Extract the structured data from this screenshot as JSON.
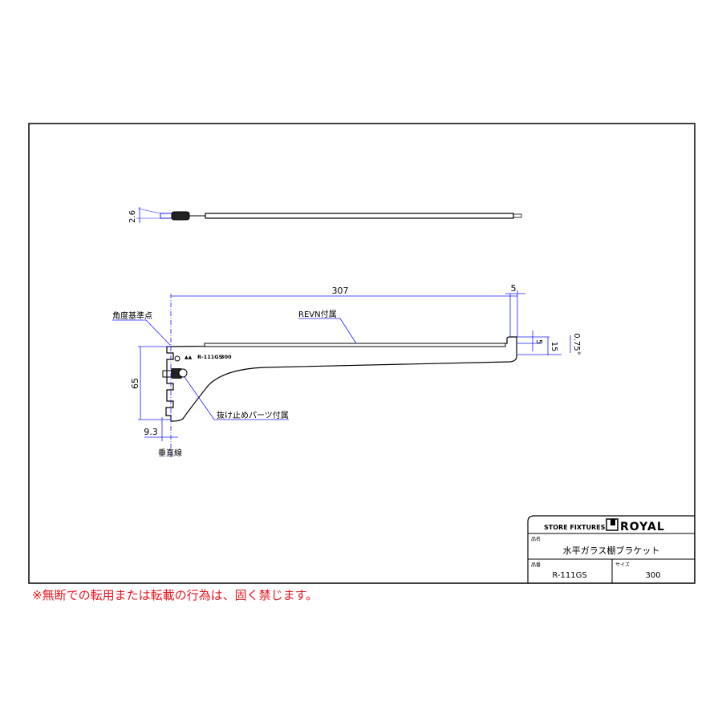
{
  "drawing": {
    "top_view": {
      "dim_thickness": "2.6"
    },
    "side_view": {
      "dim_length": "307",
      "dim_hook": "5",
      "dim_hook_small": "5",
      "dim_hook_height": "15",
      "dim_angle": "0.75°",
      "dim_height": "65",
      "dim_offset": "9.3",
      "label_angle_ref": "角度基準点",
      "label_revn": "REVN付属",
      "label_stopper": "抜け止めパーツ付属",
      "label_vertical": "垂直線",
      "stamp_model": "R-111GS",
      "stamp_size": "300"
    }
  },
  "title_block": {
    "company_tag": "STORE FIXTURES",
    "logo": "ROYAL",
    "name_label": "品名",
    "name_value": "水平ガラス棚ブラケット",
    "part_label": "品番",
    "part_value": "R-111GS",
    "size_label": "サイズ",
    "size_value": "300"
  },
  "notice": "※無断での転用または転載の行為は、固く禁じます。",
  "colors": {
    "line": "#000000",
    "dimension": "#1a1aff",
    "notice": "#e8141e"
  }
}
